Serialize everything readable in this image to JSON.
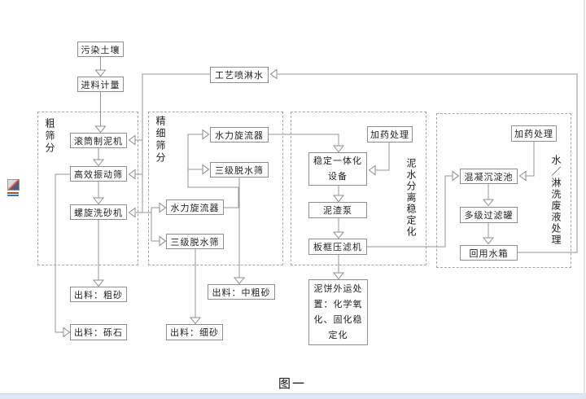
{
  "figure": {
    "caption": "图一"
  },
  "sections": {
    "coarse": {
      "label": "粗筛分"
    },
    "fine": {
      "label": "精细筛分"
    },
    "mud_water": {
      "label": "泥水分离稳定化"
    },
    "wash_water": {
      "label": "水／淋洗废液处理"
    }
  },
  "nodes": {
    "polluted_soil": "污染土壤",
    "feed_metering": "进料计量",
    "drum_mud_maker": "滚筒制泥机",
    "vibrating_screen": "高效振动筛",
    "spiral_sand_washer": "螺旋洗砂机",
    "out_coarse_sand": "出料：粗砂",
    "out_gravel": "出料：砾石",
    "process_spray_water": "工艺喷淋水",
    "hydrocyclone_upper": "水力旋流器",
    "dewater_screen_upper": "三级脱水筛",
    "hydrocyclone_lower": "水力旋流器",
    "dewater_screen_lower": "三级脱水筛",
    "out_medium_coarse_sand": "出料：中粗砂",
    "out_fine_sand": "出料：细砂",
    "dosing_treatment_1": "加药处理",
    "stabilization_unit": "稳定一体化\n设备",
    "mud_residue_pump": "泥渣泵",
    "plate_frame_filter_press": "板框压滤机",
    "mud_cake_disposal": "泥饼外运处\n置：化学氧\n化、固化稳\n定化",
    "dosing_treatment_2": "加药处理",
    "coagulation_sedimentation_tank": "混凝沉淀池",
    "multistage_filter_tank": "多级过滤罐",
    "reuse_water_tank": "回用水箱"
  }
}
